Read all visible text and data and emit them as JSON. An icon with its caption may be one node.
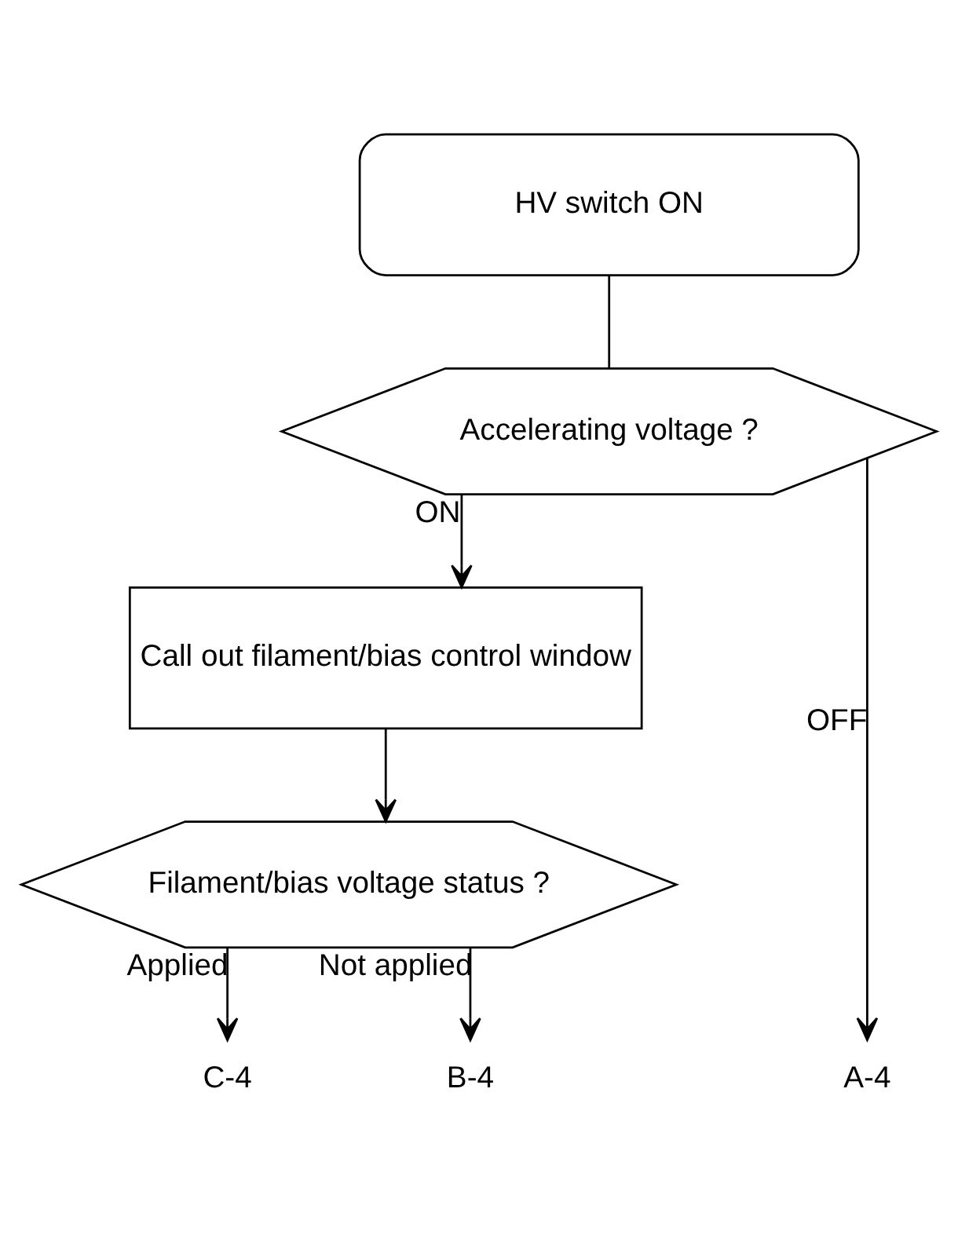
{
  "diagram": {
    "nodes": [
      {
        "text": [
          "HV switch ON"
        ]
      },
      {
        "text": [
          "Accelerating voltage ?"
        ]
      },
      {
        "text": [
          "Call out filament/bias control window"
        ]
      },
      {
        "text": [
          "Filament/bias voltage status ?"
        ]
      },
      {
        "text": [
          "C-4"
        ]
      },
      {
        "text": [
          "B-4"
        ]
      },
      {
        "text": [
          "A-4"
        ]
      }
    ],
    "edges": [
      {
        "from": 0,
        "to": 1,
        "arrow": "none"
      },
      {
        "from": 1,
        "to": 2,
        "arrow": "to",
        "label": "ON"
      },
      {
        "from": 1,
        "to": 6,
        "arrow": "to",
        "label": "OFF"
      },
      {
        "from": 2,
        "to": 3,
        "arrow": "to"
      },
      {
        "from": 3,
        "to": 4,
        "arrow": "to",
        "label": "Applied"
      },
      {
        "from": 3,
        "to": 5,
        "arrow": "to",
        "label": "Not applied"
      }
    ]
  }
}
